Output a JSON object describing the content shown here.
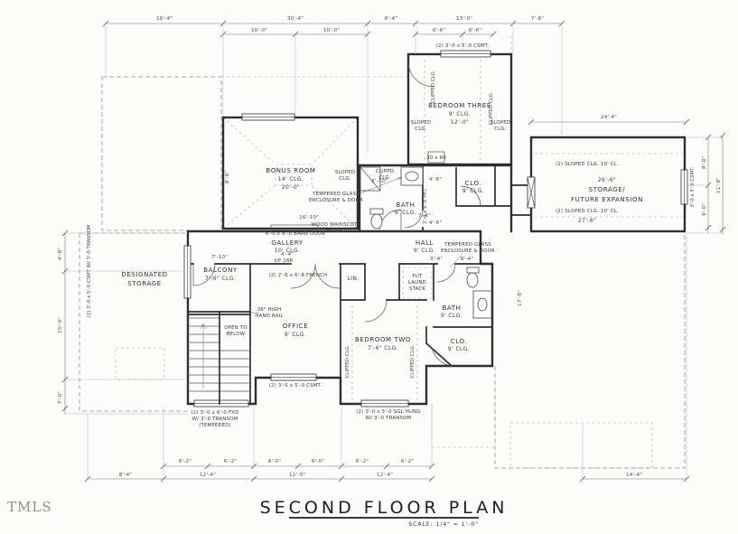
{
  "watermark": "TMLS",
  "title": {
    "text": "SECOND FLOOR PLAN",
    "scale": "SCALE: 1/4\" = 1'-0\""
  },
  "colors": {
    "ink": "#2f2f2f",
    "dashed": "#8f8f8f",
    "watermark": "#8f8f8f",
    "paper": "#fcfcfb"
  },
  "rooms": {
    "bonus": {
      "name": "BONUS ROOM",
      "clg": "14' CLG.",
      "size": "20'-0\""
    },
    "bedroom3": {
      "name": "BEDROOM THREE",
      "clg": "9' CLG.",
      "size": "12'-0\""
    },
    "storage": {
      "line1": "STORAGE/",
      "line2": "FUTURE EXPANSION",
      "dim_top": "26'-6\"",
      "dim_bot": "27'-6\""
    },
    "designated": {
      "line1": "DESIGNATED",
      "line2": "STORAGE"
    },
    "balcony": {
      "name": "BALCONY",
      "clg": "7'-6\" CLG."
    },
    "gallery": {
      "name": "GALLERY",
      "clg": "10' CLG."
    },
    "office": {
      "name": "OFFICE",
      "clg": "9' CLG."
    },
    "bedroom2": {
      "name": "BEDROOM TWO",
      "clg": "7'-6\" CLG."
    },
    "hall": {
      "name": "HALL",
      "clg": "9' CLG."
    },
    "bath_up": {
      "name": "BATH",
      "clg": "9' CLG."
    },
    "bath_dn": {
      "name": "BATH",
      "clg": "9' CLG."
    },
    "clo_up": {
      "name": "CLO.",
      "clg": "9' CLG."
    },
    "clo_dn": {
      "name": "CLO.",
      "clg": "9' CLG."
    },
    "lin": {
      "name": "LIN."
    },
    "laundry": {
      "line1": "FUT",
      "line2": "LAUND",
      "line3": "STACK"
    }
  },
  "annotations": {
    "clipped": "CLIPPED CLG.",
    "clippd_l1": "CLIPPD",
    "clippd_l2": "CLG.",
    "sloped_l1": "SLOPED",
    "sloped_l2": "CLG.",
    "storage_slope": "(2) SLOPED CLG. 10' CL.",
    "tempered_l1": "TEMPERED GLASS",
    "tempered_l2": "ENCLOSURE & DOOR",
    "wainscot_l1": "WOOD WAINSCOT",
    "wainscot_l2": "WALLS",
    "barn": "6'-0 x 8'-0 BARN DOOR",
    "french": "(2) 2'-6 x 6'-8 FRENCH",
    "rail_l1": "36\" HIGH",
    "rail_l2": "HAND RAIL",
    "open_l1": "OPEN TO",
    "open_l2": "BELOW",
    "up": "UP 18R",
    "attic": "30 x 60",
    "pkt": "2'-4 x 6'-8 PKT.",
    "win_b3": "(2) 3'-0 x 5'-0 CSMT.",
    "win_office": "(2) 3'-0 x 5'-0 CSMT.",
    "win_b2_l1": "(2) 3'-0 x 5'-0 SGL HUNG",
    "win_b2_l2": "W/ 3'-0 TRANSOM",
    "win_stair_l1": "(2) 3'-0 x 6'-0 FXD",
    "win_stair_l2": "W/ 3'-0 TRANSOM",
    "win_stair_l3": "(TEMPERED)",
    "win_left": "(2) 3'-0 x 5'-0 CSMT W/ 3'-0 TRANSOM",
    "win_storage": "3'-0 x 5'-0 CSMT."
  },
  "dims": {
    "top_row1": [
      "16'-4\"",
      "30'-4\"",
      "6'-4\"",
      "13'-0\"",
      "7'-8\""
    ],
    "top_row2": [
      "10'-0\"",
      "10'-0\"",
      "6'-6\"",
      "6'-6\""
    ],
    "storage_top": "24'-4\"",
    "bottom_row1": [
      "6'-2\"",
      "6'-2\"",
      "6'-0\"",
      "6'-0\"",
      "6'-2\"",
      "6'-2\""
    ],
    "bottom_row2": [
      "8'-4\"",
      "12'-4\"",
      "12'-0\"",
      "12'-4\"",
      "14'-4\""
    ],
    "left_col": [
      "4'-8\"",
      "15'-0\"",
      "7'-0\""
    ],
    "right_col": [
      "8'-0\"",
      "9'-0\"",
      "11'-8\""
    ],
    "interior": [
      "4'-4\"",
      "7'-10\"",
      "16'-10\"",
      "8'-6\"",
      "17'-8\"",
      "7'-6\"",
      "4'-6\"",
      "4'-6\"",
      "3'-10\"",
      "3'-4\"",
      "8'-4\""
    ]
  }
}
